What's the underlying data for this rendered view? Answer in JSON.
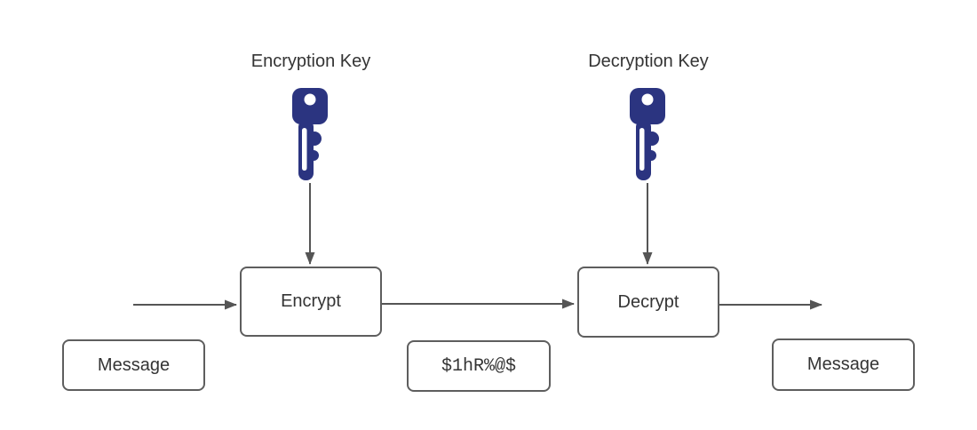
{
  "diagram": {
    "type": "flowchart",
    "background": "#ffffff",
    "labels": {
      "encryption_key": "Encryption Key",
      "decryption_key": "Decryption Key"
    },
    "nodes": {
      "encrypt": "Encrypt",
      "decrypt": "Decrypt",
      "message_in": "Message",
      "ciphertext": "$1hR%@$",
      "message_out": "Message"
    },
    "icons": {
      "encryption_key": "key-icon",
      "decryption_key": "key-icon"
    },
    "colors": {
      "key_fill": "#2b3480",
      "box_border": "#5e5e5e",
      "arrow": "#555555",
      "text": "#343434"
    }
  }
}
